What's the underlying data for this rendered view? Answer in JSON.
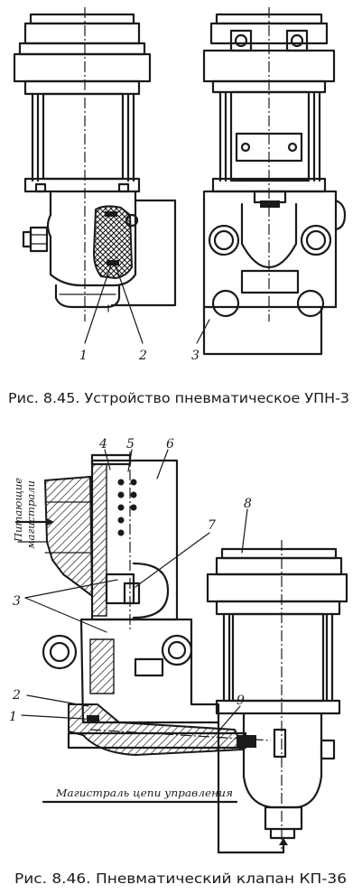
{
  "figure1": {
    "caption": "Рис. 8.45. Устройство пневматическое УПН-3",
    "labels": [
      "1",
      "2",
      "3"
    ]
  },
  "figure2": {
    "caption": "Рис. 8.46. Пневматический клапан КП-36",
    "labels": [
      "4",
      "5",
      "6",
      "7",
      "8",
      "3",
      "2",
      "1",
      "9"
    ],
    "supply_label_line1": "Питающие",
    "supply_label_line2": "магистрали",
    "control_line_label": "Магистраль цепи управления"
  }
}
